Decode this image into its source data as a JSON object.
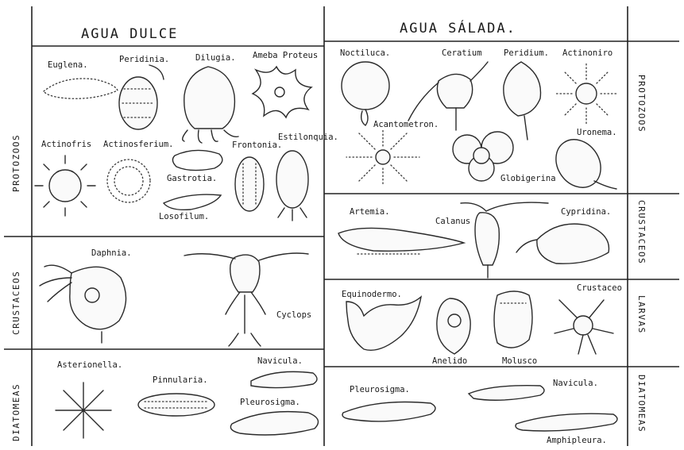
{
  "headers": {
    "fresh": "AGUA DULCE",
    "salt": "AGUA SÁLADA."
  },
  "rows_left": {
    "protozoos": "PROTOZOOS",
    "crustaceos": "CRUSTACEOS",
    "diatomeas": "DIATOMEAS"
  },
  "rows_right": {
    "protozoos": "PROTOZOOS",
    "crustaceos": "CRUSTACEOS",
    "larvas": "LARVAS",
    "diatomeas": "DIATOMEAS"
  },
  "fresh": {
    "protozoos": [
      "Euglena.",
      "Peridinia.",
      "Dilugia.",
      "Ameba Proteus",
      "Actinofris",
      "Actinosferium.",
      "Gastrotia.",
      "Frontonia.",
      "Estilonquia.",
      "Losofilum."
    ],
    "crustaceos": [
      "Daphnia.",
      "Cyclops"
    ],
    "diatomeas": [
      "Asterionella.",
      "Pinnularia.",
      "Navicula.",
      "Pleurosigma."
    ]
  },
  "salt": {
    "protozoos": [
      "Noctiluca.",
      "Ceratium",
      "Peridium.",
      "Actinoniro",
      "Acantometron.",
      "Uronema.",
      "Globigerina"
    ],
    "crustaceos": [
      "Artemia.",
      "Calanus",
      "Cypridina."
    ],
    "larvas": [
      "Equinodermo.",
      "Anelido",
      "Molusco",
      "Crustaceo"
    ],
    "diatomeas": [
      "Pleurosigma.",
      "Navicula.",
      "Amphipleura."
    ]
  }
}
